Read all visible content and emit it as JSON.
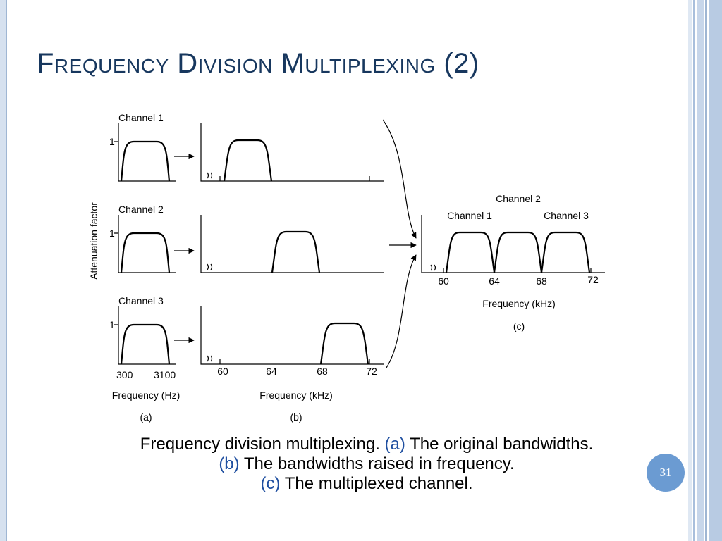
{
  "slide": {
    "title": "Frequency Division Multiplexing (2)",
    "slide_number": "31"
  },
  "diagram": {
    "y_axis_label": "Attenuation factor",
    "level_label": "1",
    "channels": [
      "Channel 1",
      "Channel 2",
      "Channel 3"
    ],
    "panel_a": {
      "tick_labels": [
        "300",
        "3100"
      ],
      "xlabel": "Frequency (Hz)",
      "tag": "(a)"
    },
    "panel_b": {
      "tick_labels": [
        "60",
        "64",
        "68",
        "72"
      ],
      "xlabel": "Frequency (kHz)",
      "tag": "(b)"
    },
    "panel_c": {
      "tick_labels": [
        "60",
        "64",
        "68",
        "72"
      ],
      "xlabel": "Frequency (kHz)",
      "tag": "(c)"
    }
  },
  "caption": {
    "line1_text": "Frequency division multiplexing.",
    "line1_tag": "(a)",
    "line1_rest": "The original bandwidths.",
    "line2_tag": "(b)",
    "line2_rest": "The bandwidths raised in frequency.",
    "line3_tag": "(c)",
    "line3_rest": "The multiplexed channel."
  },
  "colors": {
    "title": "#17375e",
    "caption_tag": "#1f4fa0",
    "badge": "#6b9bd2",
    "frame": "#d6e1ef"
  }
}
